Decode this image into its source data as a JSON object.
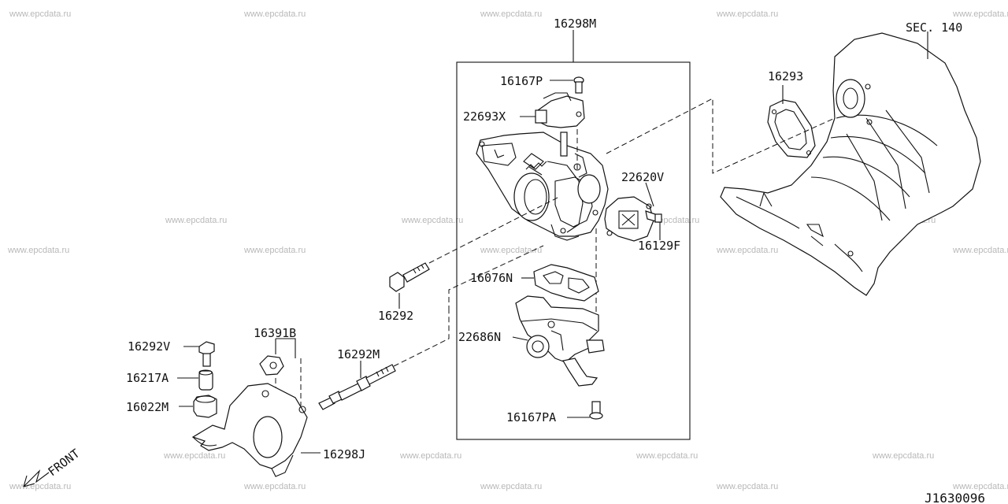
{
  "watermark": "www.epcdata.ru",
  "drawing_number": "J1630096",
  "front_label": "FRONT",
  "labels": {
    "assembly": "16298M",
    "sec": "SEC. 140",
    "gasket_manifold": "16293",
    "screw_top": "16167P",
    "sensor_top": "22693X",
    "throttle_sensor": "22620V",
    "screw_sensor": "16129F",
    "gasket_iacv": "16076N",
    "iacv": "22686N",
    "bolt_mid": "16292",
    "screw_bottom": "16167PA",
    "bolt_v": "16292V",
    "collar": "16217A",
    "grommet_m": "16022M",
    "grommet_b": "16391B",
    "stud": "16292M",
    "bracket": "16298J"
  }
}
